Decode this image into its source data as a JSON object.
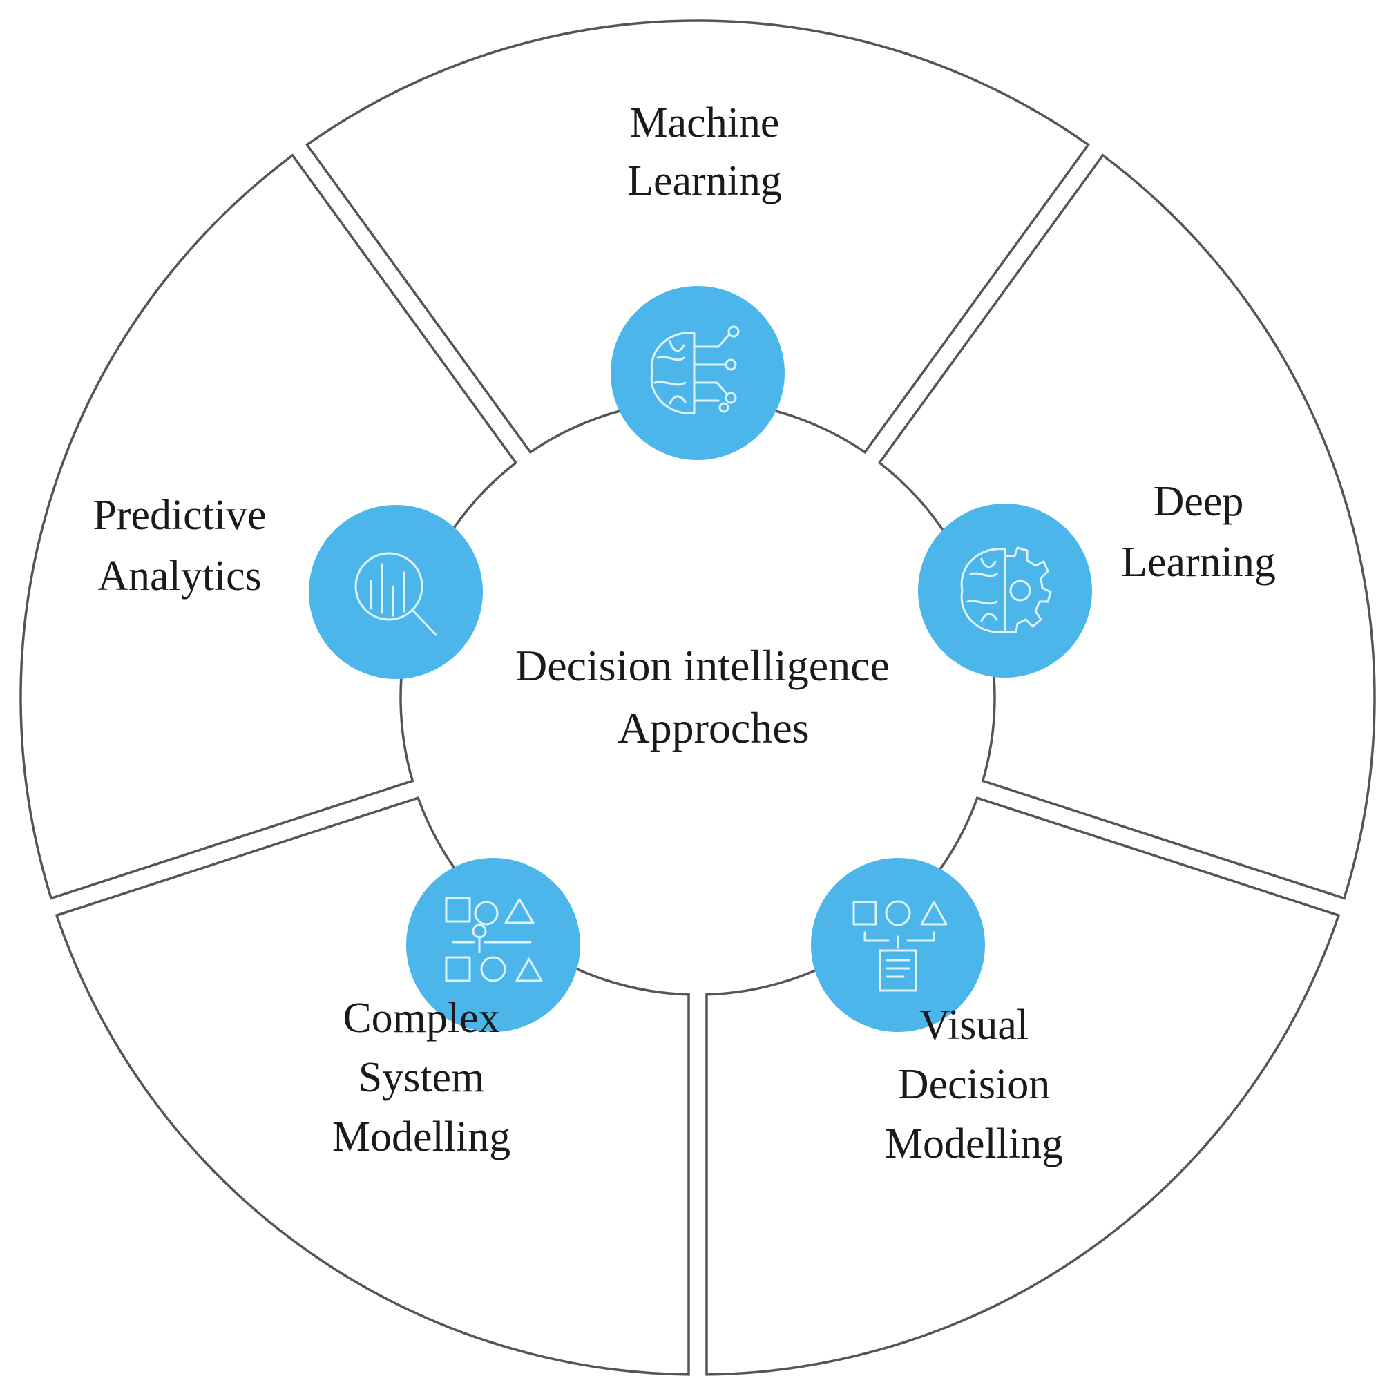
{
  "diagram": {
    "title_lines": [
      "Decision intelligence",
      "Approches"
    ],
    "colors": {
      "accent": "#4cb6ea",
      "outline": "#555555",
      "text": "#1a1a1a",
      "icon_stroke": "#dff3fc"
    },
    "segments": [
      {
        "id": "machine-learning",
        "label_lines": [
          "Machine",
          "Learning"
        ],
        "icon": "brain-circuit-icon"
      },
      {
        "id": "deep-learning",
        "label_lines": [
          "Deep",
          "Learning"
        ],
        "icon": "brain-gear-icon"
      },
      {
        "id": "visual-decision-modelling",
        "label_lines": [
          "Visual",
          "Decision",
          "Modelling"
        ],
        "icon": "shapes-document-icon"
      },
      {
        "id": "complex-system-modelling",
        "label_lines": [
          "Complex",
          "System",
          "Modelling"
        ],
        "icon": "shapes-network-icon"
      },
      {
        "id": "predictive-analytics",
        "label_lines": [
          "Predictive",
          "Analytics"
        ],
        "icon": "magnifier-chart-icon"
      }
    ]
  }
}
